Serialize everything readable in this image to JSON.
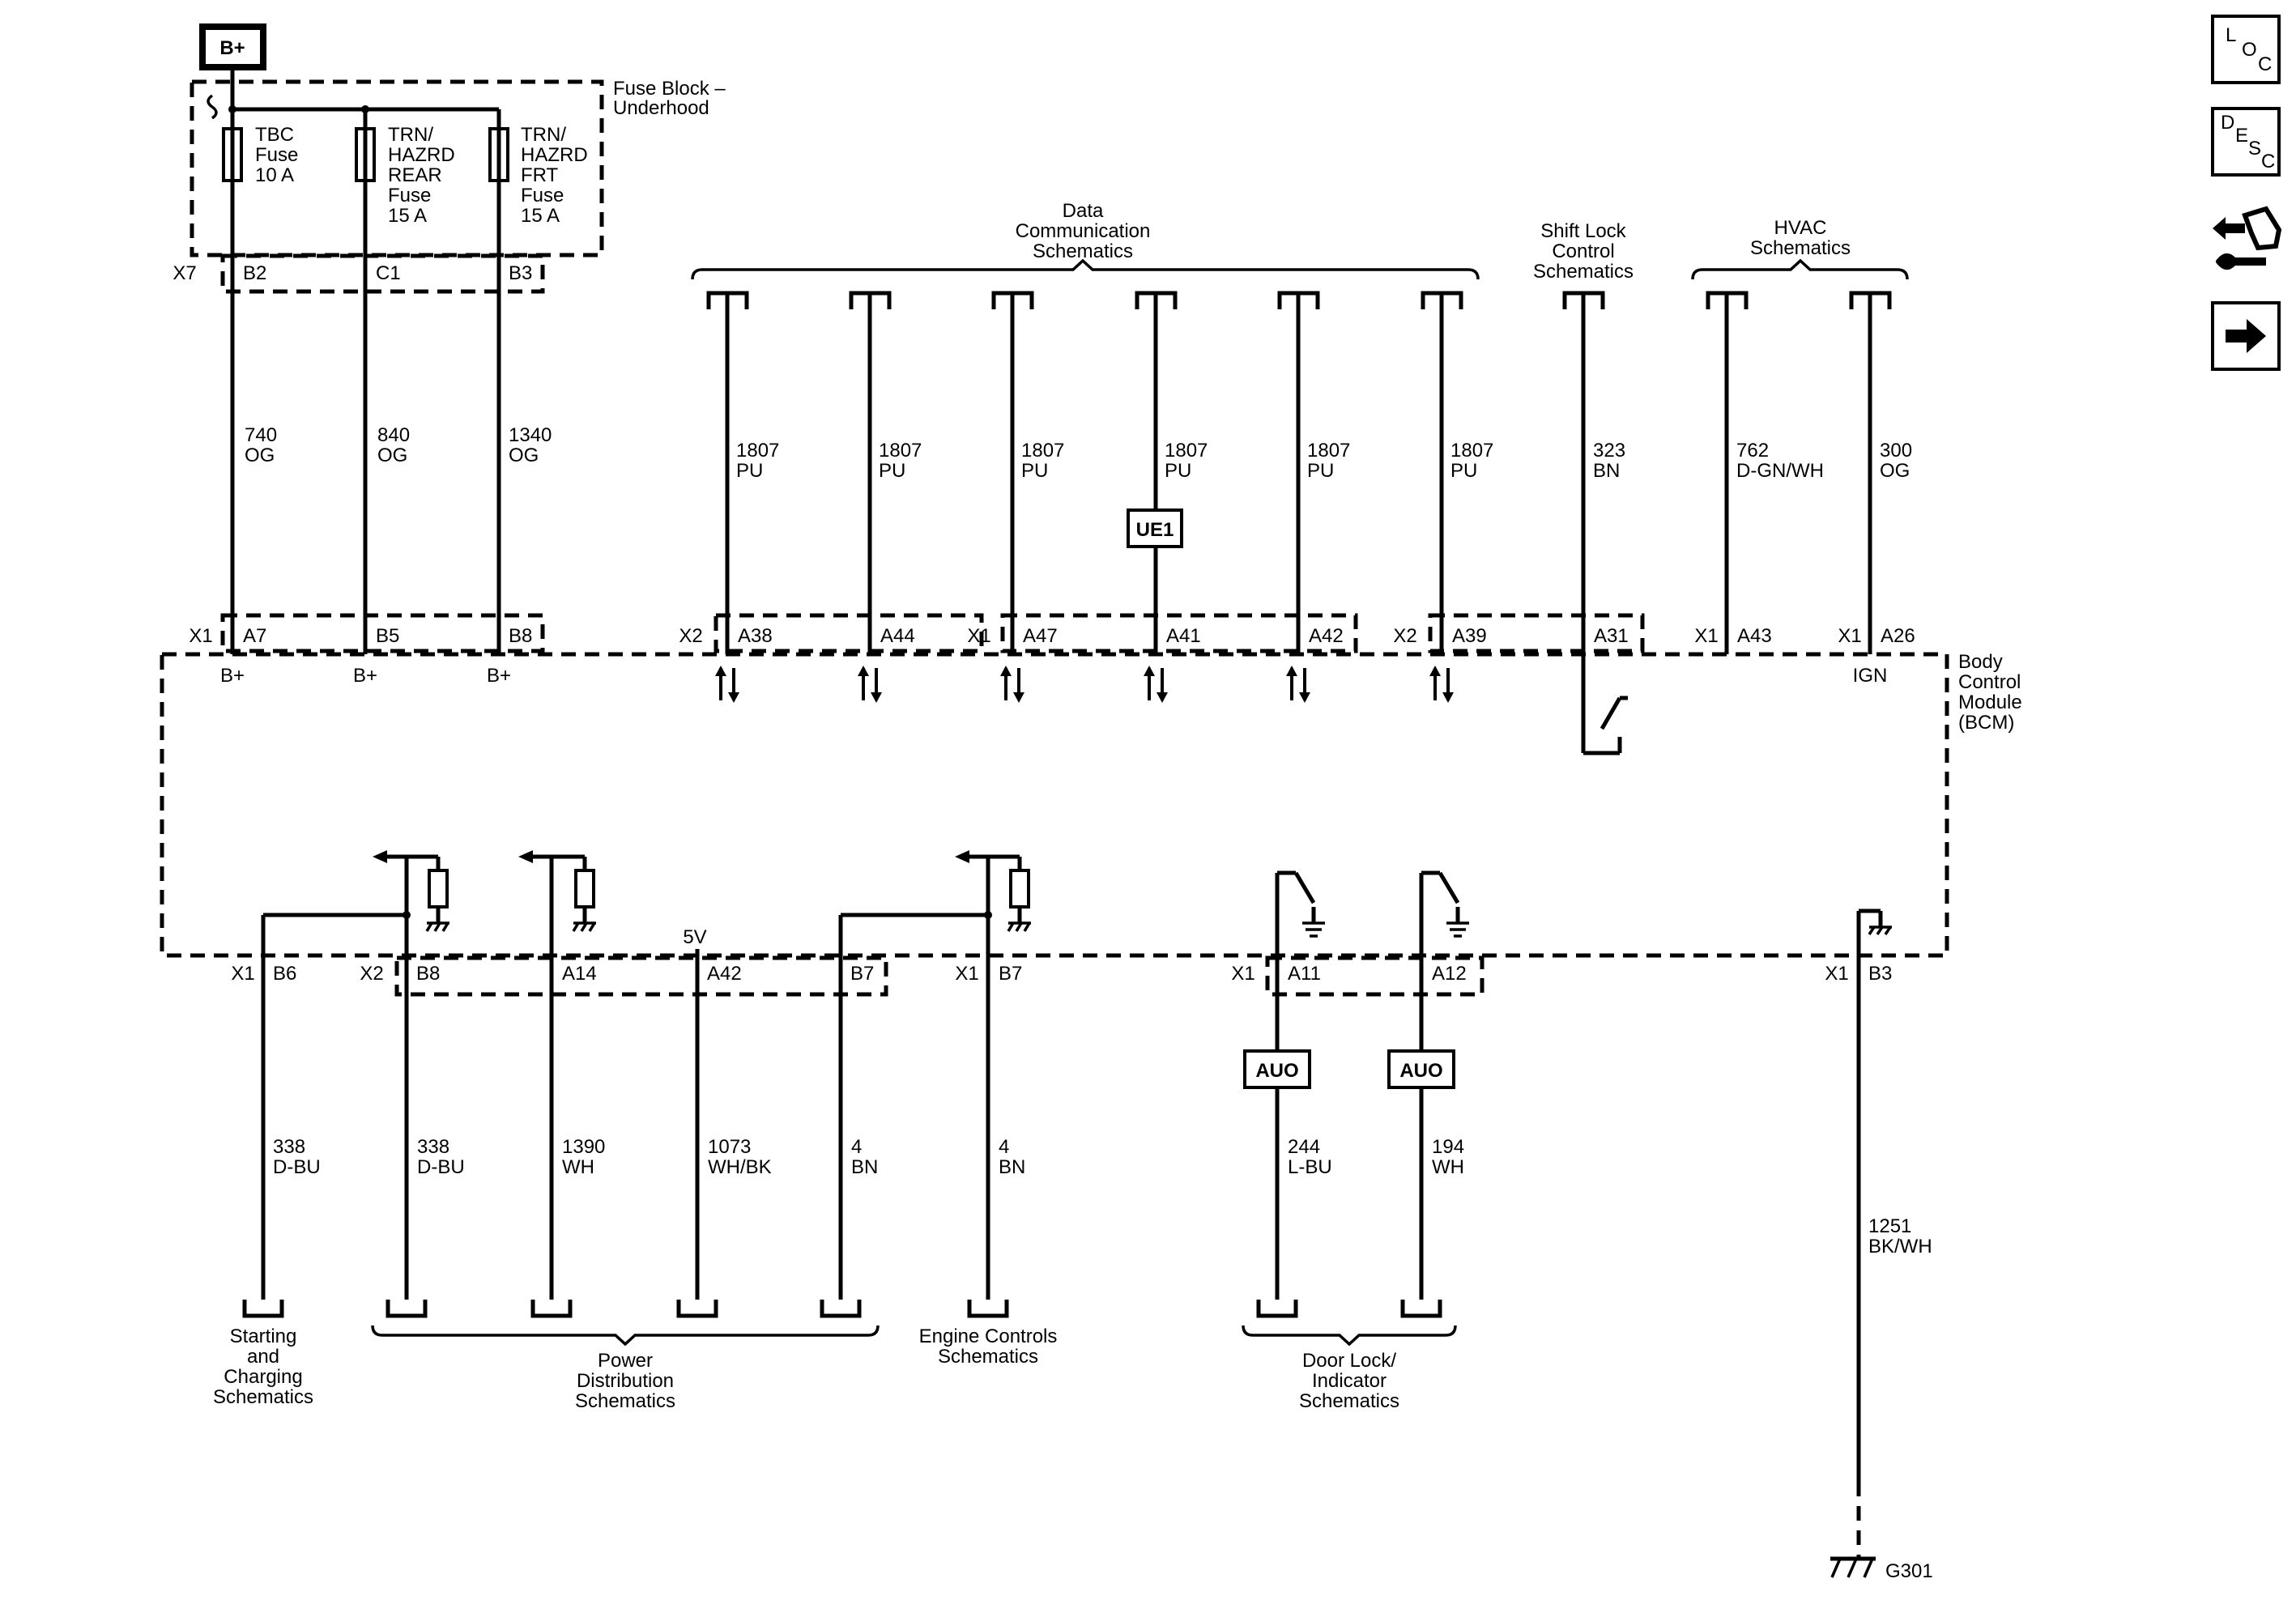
{
  "source_label": "B+",
  "fuse_block": {
    "title_line1": "Fuse Block –",
    "title_line2": "Underhood"
  },
  "fuses": [
    {
      "lines": [
        "TBC",
        "Fuse",
        "10 A"
      ]
    },
    {
      "lines": [
        "TRN/",
        "HAZRD",
        "REAR",
        "Fuse",
        "15 A"
      ]
    },
    {
      "lines": [
        "TRN/",
        "HAZRD",
        "FRT",
        "Fuse",
        "15 A"
      ]
    }
  ],
  "top_left_wires": [
    {
      "top_conn": "X7",
      "top_pin": "B2",
      "circuit": "740",
      "color": "OG",
      "bcm_conn": "X1",
      "bcm_pin": "A7",
      "bcm_label": "B+"
    },
    {
      "top_conn": "",
      "top_pin": "C1",
      "circuit": "840",
      "color": "OG",
      "bcm_conn": "",
      "bcm_pin": "B5",
      "bcm_label": "B+"
    },
    {
      "top_conn": "",
      "top_pin": "B3",
      "circuit": "1340",
      "color": "OG",
      "bcm_conn": "",
      "bcm_pin": "B8",
      "bcm_label": "B+"
    }
  ],
  "upper_groups": {
    "data_comm": [
      "Data",
      "Communication",
      "Schematics"
    ],
    "shift_lock": [
      "Shift Lock",
      "Control",
      "Schematics"
    ],
    "hvac": [
      "HVAC",
      "Schematics"
    ]
  },
  "data_wires": [
    {
      "circuit": "1807",
      "color": "PU",
      "conn": "X2",
      "pin": "A38"
    },
    {
      "circuit": "1807",
      "color": "PU",
      "conn": "",
      "pin": "A44"
    },
    {
      "circuit": "1807",
      "color": "PU",
      "conn": "X1",
      "pin": "A47"
    },
    {
      "circuit": "1807",
      "color": "PU",
      "conn": "",
      "pin": "A41"
    },
    {
      "circuit": "1807",
      "color": "PU",
      "conn": "",
      "pin": "A42"
    },
    {
      "circuit": "1807",
      "color": "PU",
      "conn": "X2",
      "pin": "A39"
    }
  ],
  "ue1_label": "UE1",
  "shift_lock_wire": {
    "circuit": "323",
    "color": "BN",
    "pin": "A31"
  },
  "hvac_wires": [
    {
      "circuit": "762",
      "color": "D-GN/WH",
      "conn": "X1",
      "pin": "A43",
      "label": ""
    },
    {
      "circuit": "300",
      "color": "OG",
      "conn": "X1",
      "pin": "A26",
      "label": "IGN"
    }
  ],
  "bcm": {
    "lines": [
      "Body",
      "Control",
      "Module",
      "(BCM)"
    ]
  },
  "five_v_label": "5V",
  "bottom_wires": [
    {
      "conn": "X1",
      "pin": "B6",
      "circuit": "338",
      "color": "D-BU"
    },
    {
      "conn": "X2",
      "pin": "B8",
      "circuit": "338",
      "color": "D-BU"
    },
    {
      "conn": "",
      "pin": "A14",
      "circuit": "1390",
      "color": "WH"
    },
    {
      "conn": "",
      "pin": "A42",
      "circuit": "1073",
      "color": "WH/BK"
    },
    {
      "conn": "",
      "pin": "B7",
      "circuit": "4",
      "color": "BN"
    },
    {
      "conn": "X1",
      "pin": "B7",
      "circuit": "4",
      "color": "BN"
    },
    {
      "conn": "X1",
      "pin": "A11",
      "circuit": "244",
      "color": "L-BU"
    },
    {
      "conn": "",
      "pin": "A12",
      "circuit": "194",
      "color": "WH"
    },
    {
      "conn": "X1",
      "pin": "B3",
      "circuit": "1251",
      "color": "BK/WH"
    }
  ],
  "auo_label": "AUO",
  "bottom_groups": {
    "starting": [
      "Starting",
      "and",
      "Charging",
      "Schematics"
    ],
    "power": [
      "Power",
      "Distribution",
      "Schematics"
    ],
    "engine": [
      "Engine Controls",
      "Schematics"
    ],
    "doorlock": [
      "Door Lock/",
      "Indicator",
      "Schematics"
    ]
  },
  "ground_label": "G301",
  "side_buttons": {
    "loc": {
      "a": "L",
      "b": "O",
      "c": "C"
    },
    "desc": {
      "a": "D",
      "b": "E",
      "c": "S",
      "d": "C"
    }
  }
}
